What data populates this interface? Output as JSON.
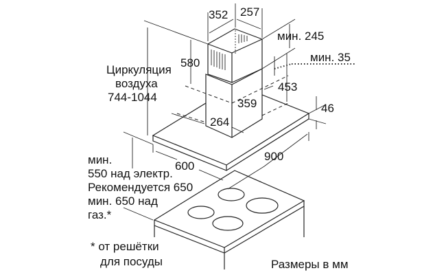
{
  "dimensions": {
    "chimney_width": "352",
    "chimney_depth": "257",
    "min_top": "мин. 245",
    "min_gap": "мин. 35",
    "upper_chimney": "580",
    "lower_chimney": "453",
    "lower_width": "359",
    "lower_depth": "264",
    "hood_thickness": "46",
    "hood_width": "900",
    "hood_depth": "600"
  },
  "circulation": [
    "Циркуляция",
    "воздуха",
    "744-1044"
  ],
  "clearance": [
    "мин.",
    "550 над электр.",
    "Рекомендуется 650",
    "мин. 650 над",
    "газ.*"
  ],
  "footnote": [
    "* от решётки",
    "для посуды"
  ],
  "units": "Размеры в мм"
}
